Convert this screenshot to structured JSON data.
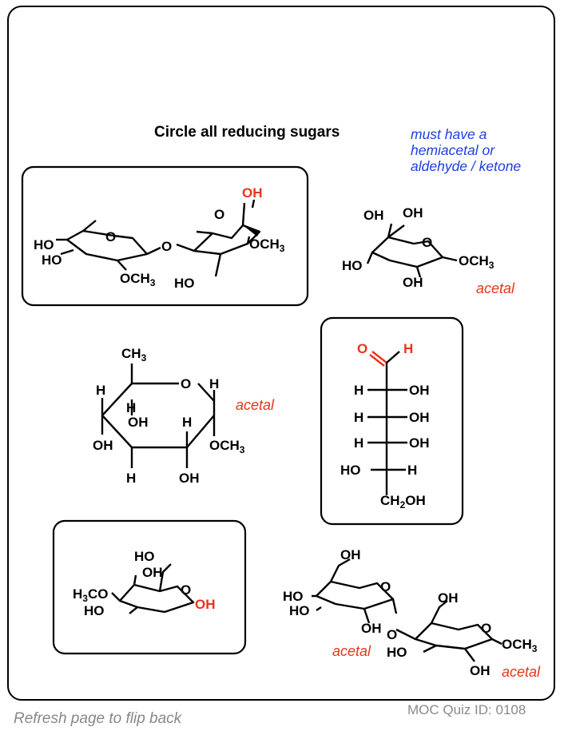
{
  "quiz": {
    "title": "Circle all reducing sugars",
    "hint_lines": [
      "must have a",
      "hemiacetal or",
      "aldehyde / ketone"
    ],
    "acetal_label": "acetal",
    "footer_left": "Refresh page to flip back",
    "footer_right": "MOC Quiz ID: 0108"
  },
  "colors": {
    "highlight": "#e8341c",
    "hint": "#1a3fe0",
    "footer": "#888888"
  },
  "structures": {
    "s1": {
      "oh_anomeric": "OH",
      "och3_top": "OCH3",
      "och3_bottom": "OCH3",
      "ho_a": "HO",
      "ho_b": "HO",
      "ho_c": "HO",
      "o_ring1": "O",
      "o_ring2": "O",
      "o_link": "O"
    },
    "s2": {
      "oh_a": "OH",
      "oh_b": "OH",
      "o_ring": "O",
      "och3": "OCH3",
      "ho": "HO",
      "oh_c": "OH"
    },
    "s3": {
      "ch3": "CH3",
      "o_ring": "O",
      "h_a": "H",
      "h_b": "H",
      "h_c": "H",
      "h_d": "H",
      "h_e": "H",
      "oh_a": "OH",
      "oh_b": "OH",
      "oh_c": "OH",
      "och3": "OCH3"
    },
    "s4": {
      "o": "O",
      "h_cho": "H",
      "rows": [
        [
          "H",
          "OH"
        ],
        [
          "H",
          "OH"
        ],
        [
          "H",
          "OH"
        ],
        [
          "HO",
          "H"
        ]
      ],
      "ch2oh": "CH2OH"
    },
    "s5": {
      "ho_top": "HO",
      "oh": "OH",
      "h3co": "H3CO",
      "ho": "HO",
      "o_ring": "O",
      "oh_anomeric": "OH"
    },
    "s6": {
      "oh_top": "OH",
      "ho_a": "HO",
      "ho_b": "HO",
      "o_ring1": "O",
      "oh_a": "OH",
      "o_link": "O",
      "oh_b": "OH",
      "o_ring2": "O",
      "ho_c": "HO",
      "och3": "OCH3",
      "oh_c": "OH"
    }
  }
}
